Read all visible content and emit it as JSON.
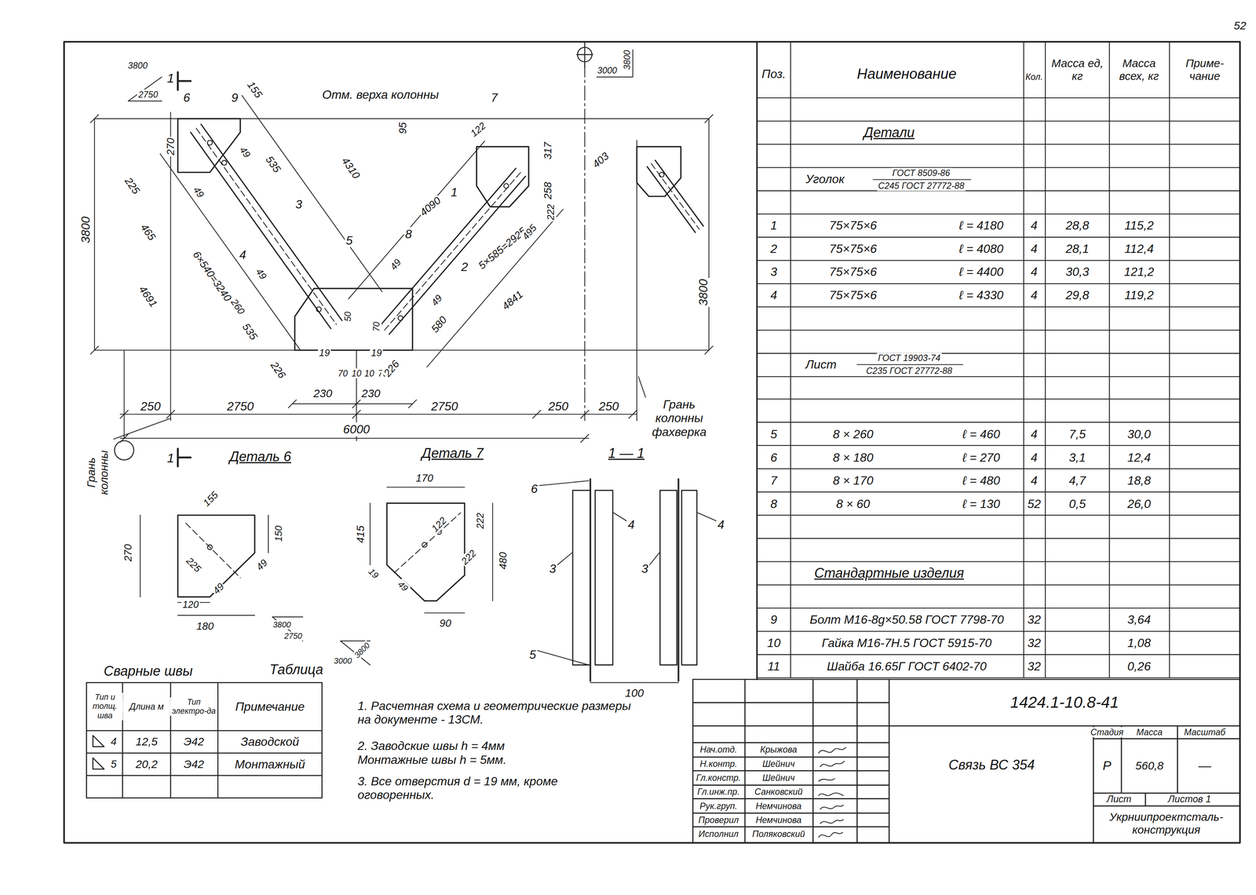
{
  "diagram": {
    "title": "Связь ВС 354",
    "labels": [
      "52",
      "1",
      "3800",
      "2750",
      "6",
      "9",
      "155",
      "Отм. верха колонны",
      "3000",
      "3800",
      "7",
      "95",
      "122",
      "317",
      "403",
      "258",
      "222",
      "270",
      "225",
      "535",
      "49",
      "49",
      "4310",
      "3",
      "4090",
      "1",
      "465",
      "6×540=3240",
      "4691",
      "4",
      "49",
      "5",
      "8",
      "2",
      "49",
      "5×585=2925",
      "495",
      "49",
      "580",
      "4841",
      "260",
      "535",
      "50",
      "70",
      "19",
      "19",
      "70",
      "10",
      "10",
      "70",
      "226",
      "226",
      "230",
      "230",
      "250",
      "2750",
      "2750",
      "250",
      "250",
      "6000",
      "3800",
      "3800",
      "Грань колонны фахверка",
      "Грань колонны",
      "1",
      "Деталь 6",
      "Деталь 7",
      "1 — 1",
      "155",
      "150",
      "270",
      "225",
      "49",
      "49",
      "120",
      "180",
      "3800",
      "2750",
      "170",
      "122",
      "222",
      "415",
      "222",
      "480",
      "19",
      "49",
      "90",
      "3800",
      "3000",
      "6",
      "4",
      "4",
      "3",
      "3",
      "5",
      "100",
      "Сварные швы",
      "Таблица",
      "Тип и толщ. шва",
      "Длина м",
      "Тип электро-да",
      "Примечание",
      "4",
      "12,5",
      "Э42",
      "Заводской",
      "5",
      "20,2",
      "Э42",
      "Монтажный",
      "1. Расчетная схема и геометрические размеры на документе - 13СМ.",
      "2. Заводские швы h = 4мм Монтажные швы h = 5мм.",
      "3. Все отверстия d = 19 мм, кроме оговоренных.",
      "Поз.",
      "Наименование",
      "Кол.",
      "Масса ед, кг",
      "Масса всех, кг",
      "Приме- чание",
      "Детали",
      "Уголок",
      "ГОСТ 8509-86",
      "С245 ГОСТ 27772-88",
      "1",
      "75×75×6",
      "ℓ = 4180",
      "4",
      "28,8",
      "115,2",
      "2",
      "75×75×6",
      "ℓ = 4080",
      "4",
      "28,1",
      "112,4",
      "3",
      "75×75×6",
      "ℓ = 4400",
      "4",
      "30,3",
      "121,2",
      "4",
      "75×75×6",
      "ℓ = 4330",
      "4",
      "29,8",
      "119,2",
      "Лист",
      "ГОСТ 19903-74",
      "С235 ГОСТ 27772-88",
      "5",
      "8 × 260",
      "ℓ = 460",
      "4",
      "7,5",
      "30,0",
      "6",
      "8 × 180",
      "ℓ = 270",
      "4",
      "3,1",
      "12,4",
      "7",
      "8 × 170",
      "ℓ = 480",
      "4",
      "4,7",
      "18,8",
      "8",
      "8 × 60",
      "ℓ = 130",
      "52",
      "0,5",
      "26,0",
      "Стандартные изделия",
      "9",
      "Болт М16-8g×50.58 ГОСТ 7798-70",
      "32",
      "3,64",
      "10",
      "Гайка М16-7Н.5 ГОСТ 5915-70",
      "32",
      "1,08",
      "11",
      "Шайба 16.65Г ГОСТ 6402-70",
      "32",
      "0,26",
      "1424.1-10.8-41",
      "Нач.отд.",
      "Крыжова",
      "Н.контр.",
      "Шейнич",
      "Гл.констр.",
      "Шейнич",
      "Гл.инж.пр.",
      "Санковский",
      "Рук.груп.",
      "Немчинова",
      "Проверил",
      "Немчинова",
      "Исполнил",
      "Поляковский",
      "Стадия",
      "Масса",
      "Масштаб",
      "Р",
      "560,8",
      "—",
      "Лист",
      "Листов 1",
      "Укрниипроектсталь-конструкция"
    ]
  }
}
